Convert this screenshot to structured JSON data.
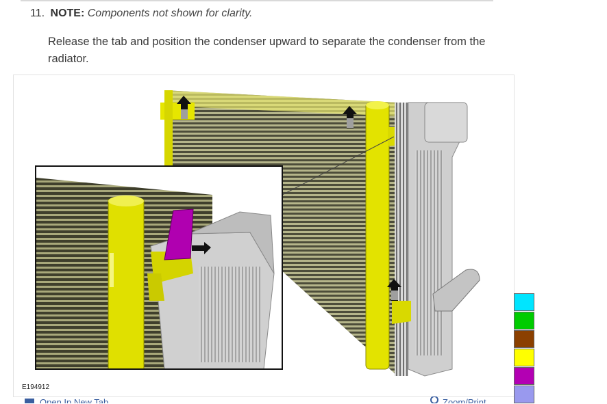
{
  "step": {
    "number": "11.",
    "note_label": "NOTE:",
    "note_text": "Components not shown for clarity."
  },
  "instruction": "Release the tab and position the condenser upward to separate the condenser from the radiator.",
  "figure": {
    "id": "E194912"
  },
  "color_legend": [
    "#00e5ff",
    "#00cc00",
    "#8b4000",
    "#ffff00",
    "#b300b3",
    "#9999ee"
  ],
  "bottom_links": {
    "left": "Open In New Tab",
    "right": "Zoom/Print"
  }
}
